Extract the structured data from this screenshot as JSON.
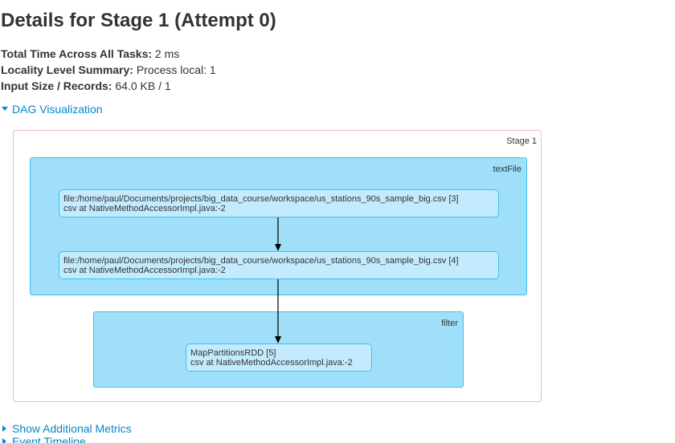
{
  "page": {
    "title": "Details for Stage 1 (Attempt 0)"
  },
  "summary": {
    "total_time_label": "Total Time Across All Tasks:",
    "total_time_value": "2 ms",
    "locality_label": "Locality Level Summary:",
    "locality_value": "Process local: 1",
    "input_label": "Input Size / Records:",
    "input_value": "64.0 KB / 1"
  },
  "dag": {
    "toggle_label": "DAG Visualization",
    "stage_label": "Stage 1",
    "clusters": [
      {
        "label": "textFile",
        "nodes": [
          {
            "line1": "file:/home/paul/Documents/projects/big_data_course/workspace/us_stations_90s_sample_big.csv [3]",
            "line2": "csv at NativeMethodAccessorImpl.java:-2"
          },
          {
            "line1": "file:/home/paul/Documents/projects/big_data_course/workspace/us_stations_90s_sample_big.csv [4]",
            "line2": "csv at NativeMethodAccessorImpl.java:-2"
          }
        ]
      },
      {
        "label": "filter",
        "nodes": [
          {
            "line1": "MapPartitionsRDD [5]",
            "line2": "csv at NativeMethodAccessorImpl.java:-2"
          }
        ]
      }
    ]
  },
  "links": {
    "additional_metrics": "Show Additional Metrics",
    "event_timeline": "Event Timeline"
  }
}
